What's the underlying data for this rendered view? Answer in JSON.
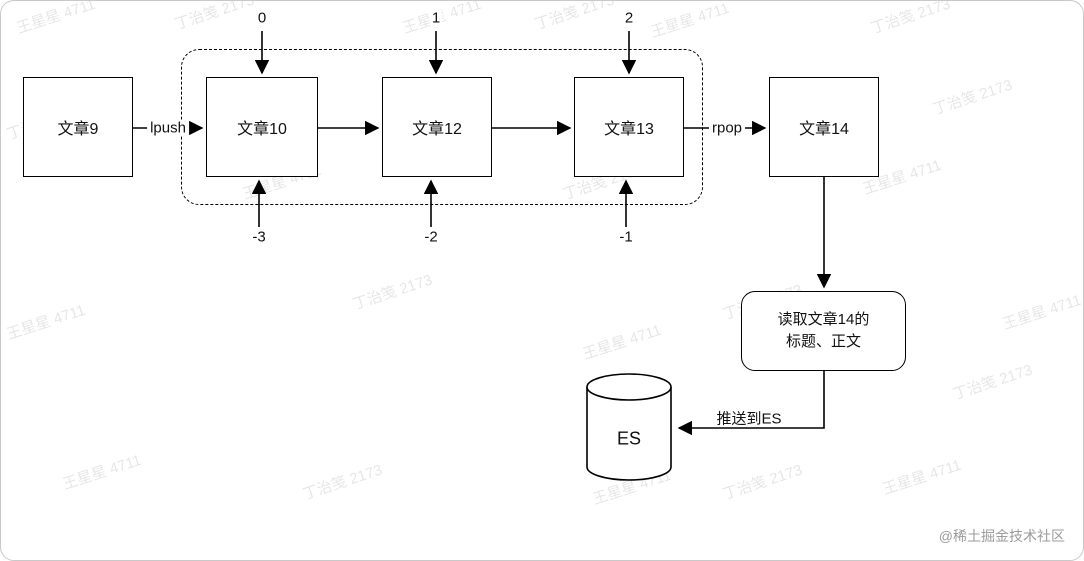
{
  "watermark": {
    "text1": "王星星 4711",
    "text2": "丁治笺 2173",
    "credit": "@稀土掘金技术社区"
  },
  "diagram": {
    "nodes": {
      "article9": "文章9",
      "article10": "文章10",
      "article12": "文章12",
      "article13": "文章13",
      "article14": "文章14",
      "read_line1": "读取文章14的",
      "read_line2": "标题、正文",
      "es": "ES"
    },
    "edges": {
      "lpush": "lpush",
      "rpop": "rpop",
      "push_to_es": "推送到ES"
    },
    "indices": {
      "top": [
        "0",
        "1",
        "2"
      ],
      "bottom": [
        "-3",
        "-2",
        "-1"
      ]
    }
  }
}
